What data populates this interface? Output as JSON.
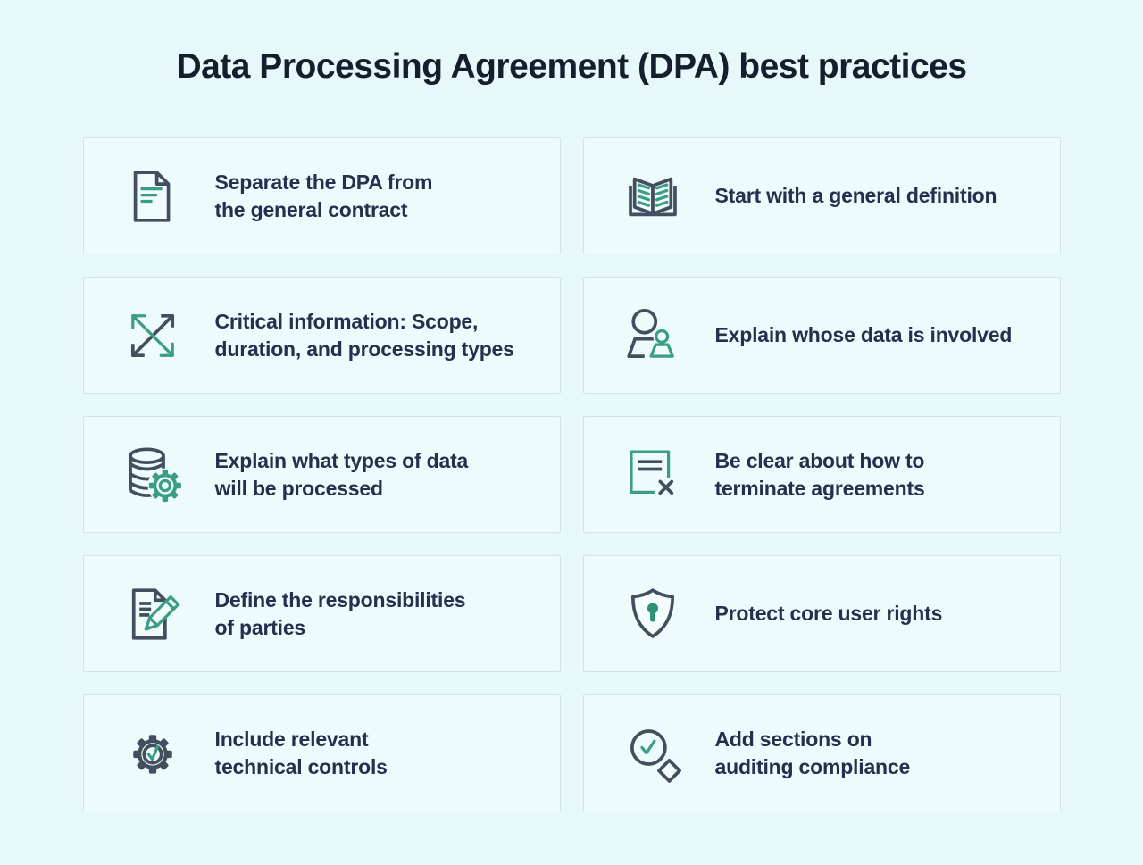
{
  "page": {
    "title": "Data Processing Agreement (DPA) best practices",
    "background_color": "#e6f8f9",
    "card_background_color": "#eefbfc",
    "card_border_color": "#d6e3e4",
    "title_color": "#151e2c",
    "text_color": "#24304d",
    "icon_navy_color": "#414f5e",
    "icon_green_color": "#3a9e84"
  },
  "cards": [
    {
      "icon": "document-lines-icon",
      "label": "Separate the DPA from\nthe general contract"
    },
    {
      "icon": "open-book-icon",
      "label": "Start with a general definition"
    },
    {
      "icon": "expand-arrows-icon",
      "label": "Critical information: Scope,\nduration, and processing types"
    },
    {
      "icon": "people-icon",
      "label": "Explain whose data is involved"
    },
    {
      "icon": "database-gear-icon",
      "label": "Explain what types of data\nwill be processed"
    },
    {
      "icon": "document-cancel-icon",
      "label": "Be clear about how to\nterminate agreements"
    },
    {
      "icon": "document-pencil-icon",
      "label": "Define the responsibilities\nof parties"
    },
    {
      "icon": "shield-keyhole-icon",
      "label": "Protect core user rights"
    },
    {
      "icon": "gear-check-icon",
      "label": "Include relevant\ntechnical controls"
    },
    {
      "icon": "magnifier-check-icon",
      "label": "Add sections on\nauditing compliance"
    }
  ]
}
